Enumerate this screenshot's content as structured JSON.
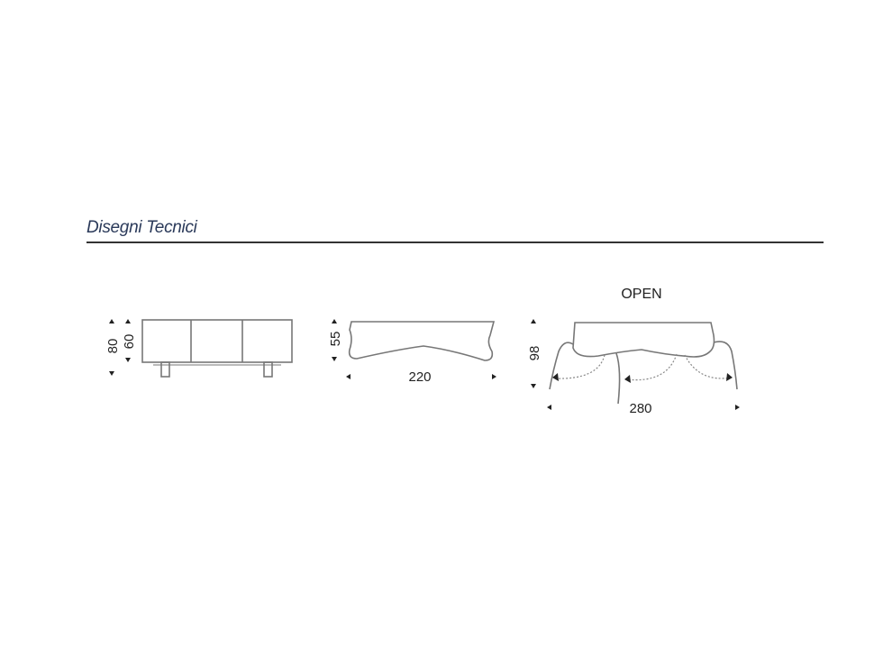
{
  "section": {
    "title": "Disegni Tecnici"
  },
  "drawings": [
    {
      "view": "front",
      "dimensions": {
        "height_total": "80",
        "height_body": "60"
      }
    },
    {
      "view": "side",
      "dimensions": {
        "height": "55",
        "width": "220"
      }
    },
    {
      "view": "open",
      "label": "OPEN",
      "dimensions": {
        "height": "98",
        "width": "280"
      }
    }
  ]
}
